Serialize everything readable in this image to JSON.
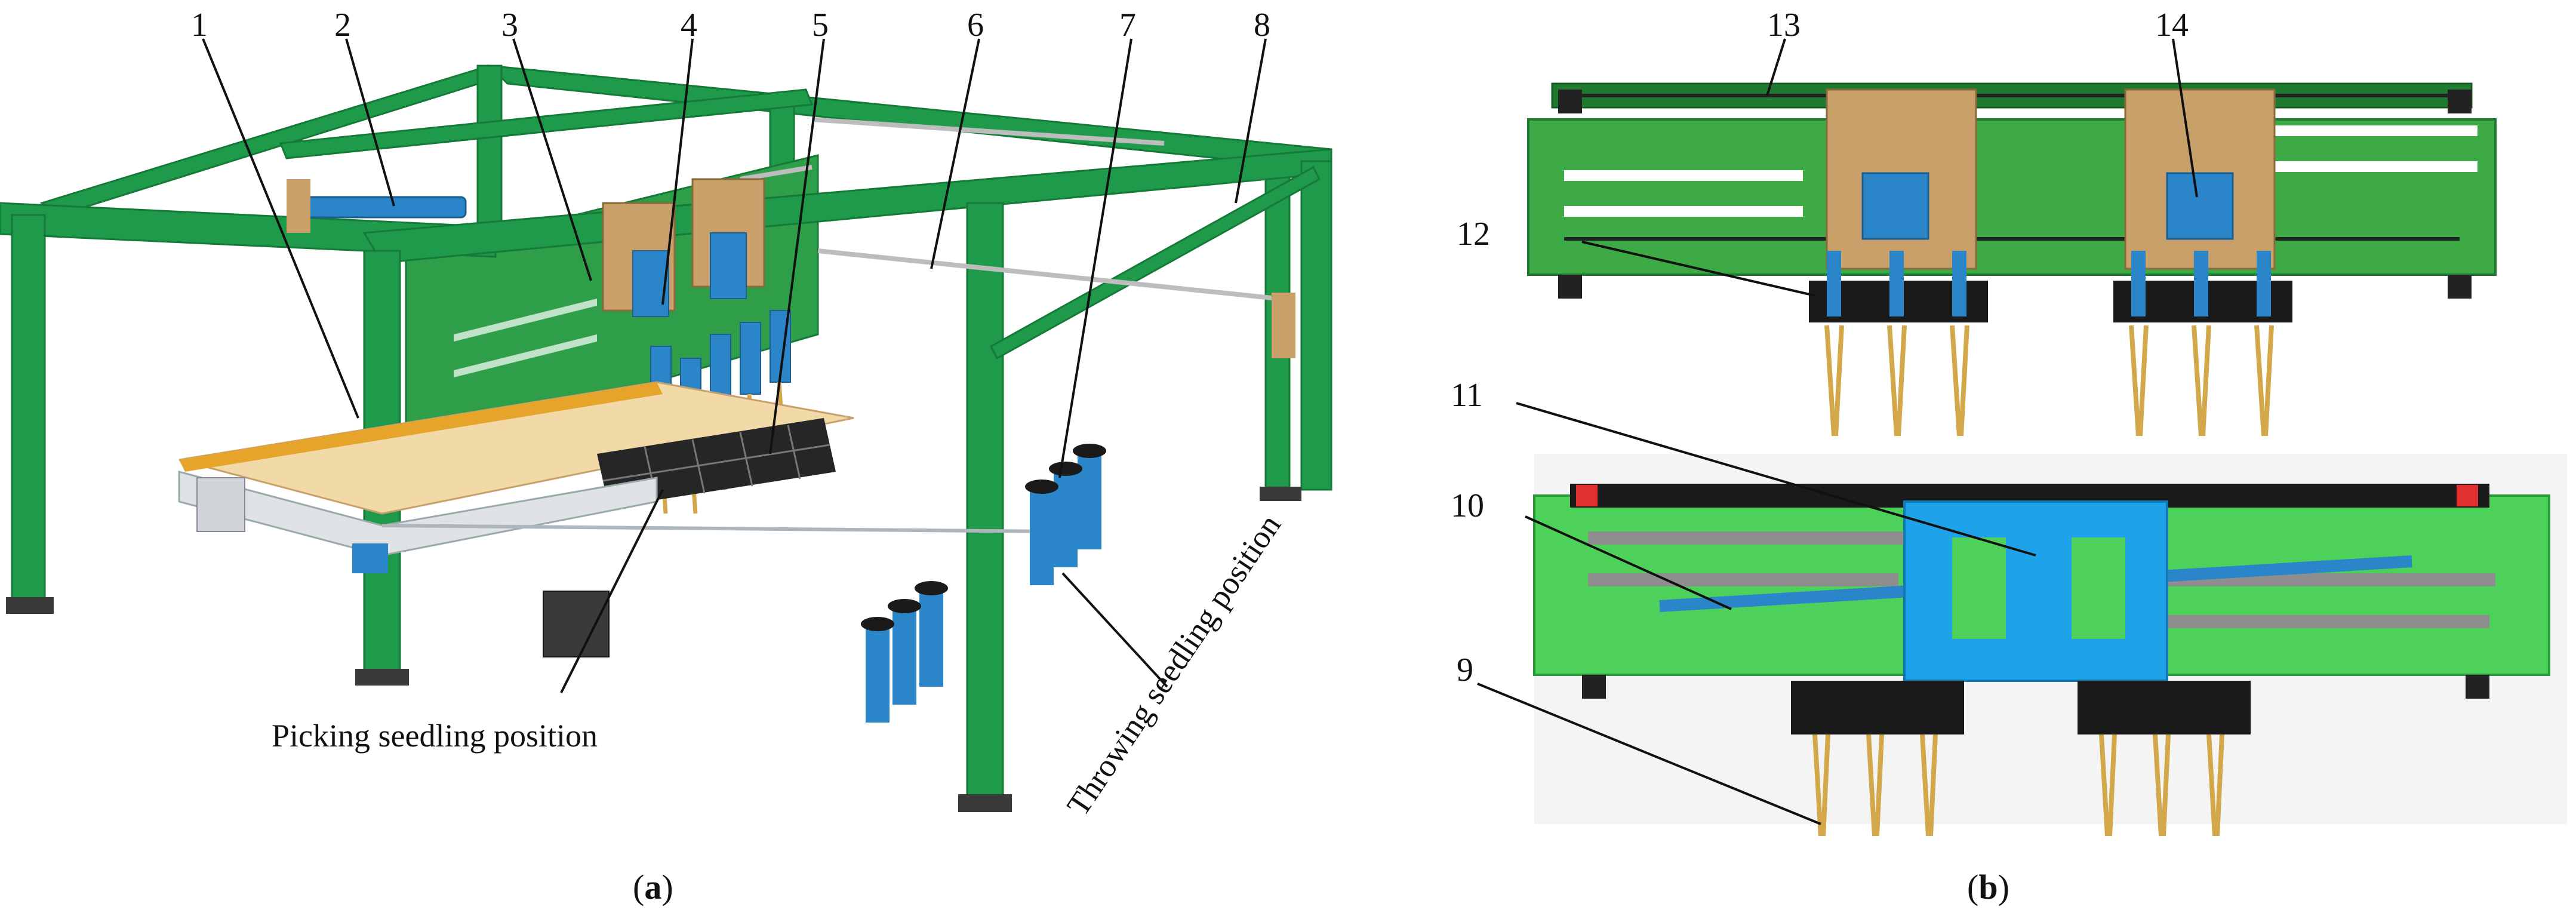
{
  "panel_a": {
    "callouts": [
      "1",
      "2",
      "3",
      "4",
      "5",
      "6",
      "7",
      "8"
    ],
    "picking_label": "Picking seedling position",
    "throwing_label": "Throwing seedling position",
    "caption_letter": "a"
  },
  "panel_b": {
    "callouts": [
      "9",
      "10",
      "11",
      "12",
      "13",
      "14"
    ],
    "caption_letter": "b"
  },
  "colors": {
    "frame": "#1f9a4a",
    "frame_dark": "#157a38",
    "plate": "#3eaa46",
    "plate_light": "#4dd15a",
    "cylinder_blue": "#2a86c8",
    "bright_blue": "#1ea3ea",
    "tan": "#c9a06a",
    "black": "#1a1a1a",
    "gold": "#d2a84a"
  }
}
